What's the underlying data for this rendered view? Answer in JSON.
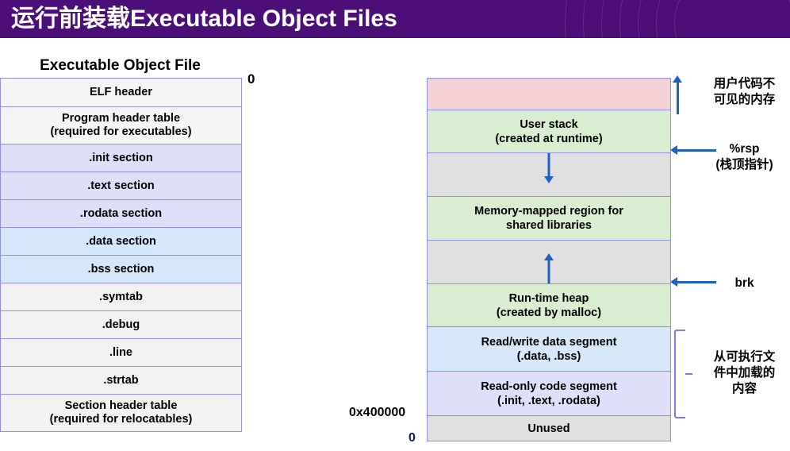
{
  "title": "运行前装载Executable Object Files",
  "left_panel": {
    "heading": "Executable Object File",
    "top_address": "0",
    "rows": [
      {
        "label": "ELF header",
        "color": "#f5f5f5",
        "height": 36
      },
      {
        "label": "Program header table\n(required for executables)",
        "color": "#f5f5f5",
        "height": 47
      },
      {
        "label": ".init section",
        "color": "#dfdffa",
        "height": 35
      },
      {
        "label": ".text section",
        "color": "#dfdffa",
        "height": 35
      },
      {
        "label": ".rodata section",
        "color": "#dfdffa",
        "height": 35
      },
      {
        "label": ".data section",
        "color": "#d5e7fb",
        "height": 35
      },
      {
        "label": ".bss section",
        "color": "#d5e7fb",
        "height": 35
      },
      {
        "label": ".symtab",
        "color": "#f2f2f2",
        "height": 35
      },
      {
        "label": ".debug",
        "color": "#f2f2f2",
        "height": 35
      },
      {
        "label": ".line",
        "color": "#f2f2f2",
        "height": 35
      },
      {
        "label": ".strtab",
        "color": "#f2f2f2",
        "height": 35
      },
      {
        "label": "Section header table\n(required for relocatables)",
        "color": "#f2f2f2",
        "height": 47
      }
    ]
  },
  "memory_diagram": {
    "blocks": [
      {
        "label": "",
        "color": "#f4d2d5",
        "height": 40,
        "arrow": ""
      },
      {
        "label": "User stack\n(created at runtime)",
        "color": "#d9edd0",
        "height": 54,
        "arrow": ""
      },
      {
        "label": "",
        "color": "#e0e0e0",
        "height": 55,
        "arrow": "down"
      },
      {
        "label": "Memory-mapped region for\nshared libraries",
        "color": "#d9edd0",
        "height": 55,
        "arrow": ""
      },
      {
        "label": "",
        "color": "#e0e0e0",
        "height": 55,
        "arrow": "up"
      },
      {
        "label": "Run-time heap\n(created by malloc)",
        "color": "#d9edd0",
        "height": 54,
        "arrow": ""
      },
      {
        "label": "Read/write data segment\n(.data, .bss)",
        "color": "#d7e8fb",
        "height": 56,
        "arrow": ""
      },
      {
        "label": "Read-only code segment\n(.init, .text, .rodata)",
        "color": "#dfdffa",
        "height": 56,
        "arrow": ""
      },
      {
        "label": "Unused",
        "color": "#e0e0e0",
        "height": 31,
        "arrow": ""
      }
    ],
    "address_code_segment": "0x400000",
    "address_zero": "0"
  },
  "annotations": {
    "kernel_memory": "用户代码不\n可见的内存",
    "rsp": "%rsp\n(栈顶指针)",
    "brk": "brk",
    "loaded_from_exec": "从可执行文\n件中加载的\n内容"
  },
  "colors": {
    "title_bar": "#4b0f77",
    "arrow_blue": "#1f5fc4",
    "bracket": "#7b7bf0",
    "table_border": "#8f8fe8"
  }
}
